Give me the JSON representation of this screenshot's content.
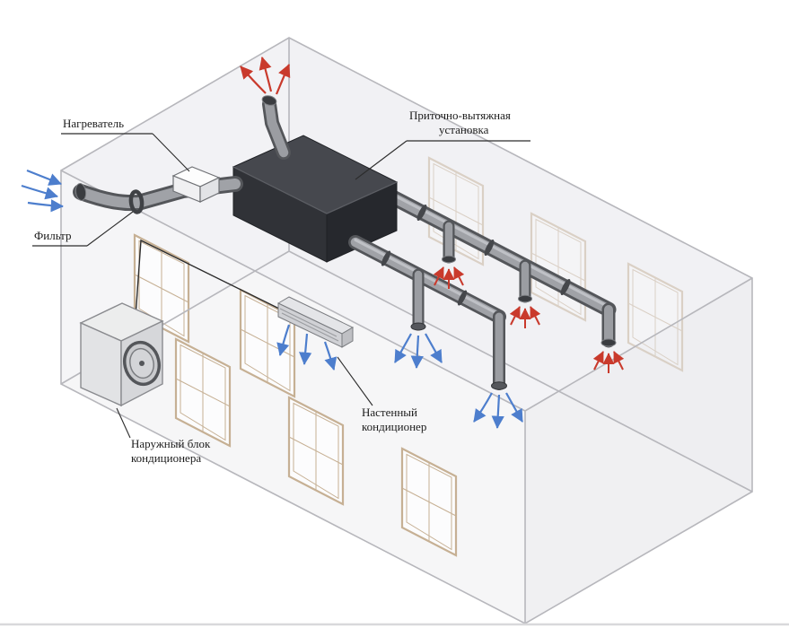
{
  "labels": {
    "heater": "Нагреватель",
    "filter": "Фильтр",
    "ahu_line1": "Приточно-вытяжная",
    "ahu_line2": "установка",
    "wall_ac_line1": "Настенный",
    "wall_ac_line2": "кондиционер",
    "outdoor_unit_line1": "Наружный блок",
    "outdoor_unit_line2": "кондиционера"
  },
  "colors": {
    "supply_air_arrow": "#4d7ecd",
    "exhaust_air_arrow": "#c93a2c",
    "duct_body": "#a0a2a7",
    "duct_edge": "#54565a",
    "ahu_unit": "#303237",
    "building_fill": "#efeff2",
    "window_frame": "#c6b094",
    "background": "#ffffff"
  }
}
